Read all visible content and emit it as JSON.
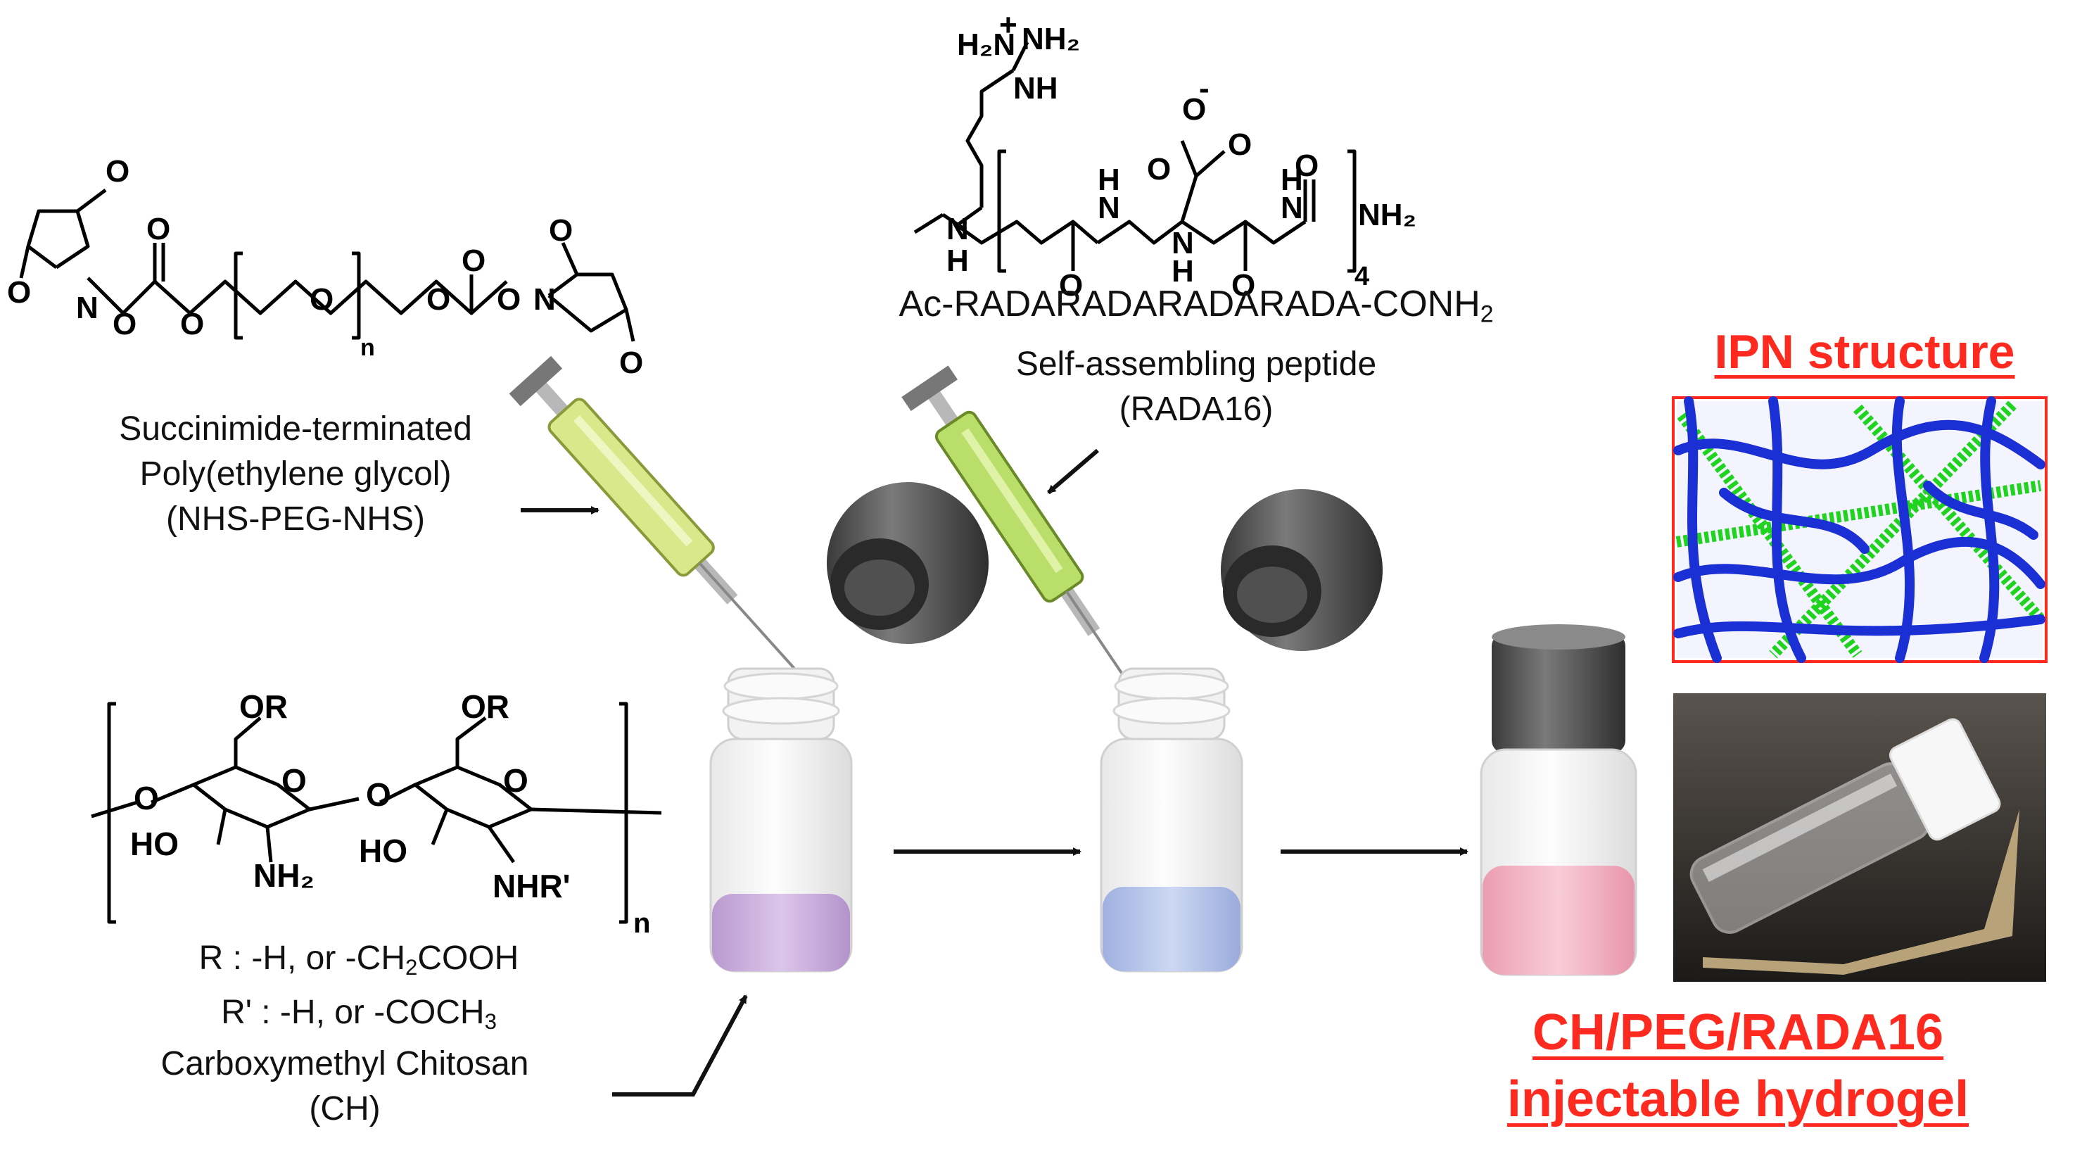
{
  "peg": {
    "name_line1": "Succinimide-terminated",
    "name_line2": "Poly(ethylene glycol)",
    "name_line3": "(NHS-PEG-NHS)",
    "repeat_n": "n"
  },
  "peptide": {
    "sequence_main": "Ac-RADARADARADARADA-CONH",
    "sequence_sub": "2",
    "name_line1": "Self-assembling peptide",
    "name_line2": "(RADA16)",
    "repeat_count": "4"
  },
  "chitosan": {
    "r_def_main": "R : -H, or -CH",
    "r_def_sub": "2",
    "r_def_tail": "COOH",
    "rp_def_main": "R' : -H, or -COCH",
    "rp_def_sub": "3",
    "name_line1": "Carboxymethyl Chitosan",
    "name_line2": "(CH)",
    "repeat_n": "n"
  },
  "ipn": {
    "title": "IPN structure"
  },
  "hydrogel": {
    "title_line1": "CH/PEG/RADA16",
    "title_line2": "injectable hydrogel"
  },
  "colors": {
    "accent_red": "#ff2a1f",
    "ipn_network_blue": "#1a2fd4",
    "ipn_peptide_green": "#1fd31f",
    "vial1_liquid": "#cbb0dc",
    "vial2_liquid": "#b8c6ea",
    "vial3_liquid": "#f4b6c6",
    "syringe_body": "#d8e88a",
    "cap_gray": "#555555"
  },
  "icons": [
    "syringe-icon",
    "vial-icon",
    "vial-cap-icon",
    "photo-tilted-vial",
    "ipn-network-render"
  ]
}
